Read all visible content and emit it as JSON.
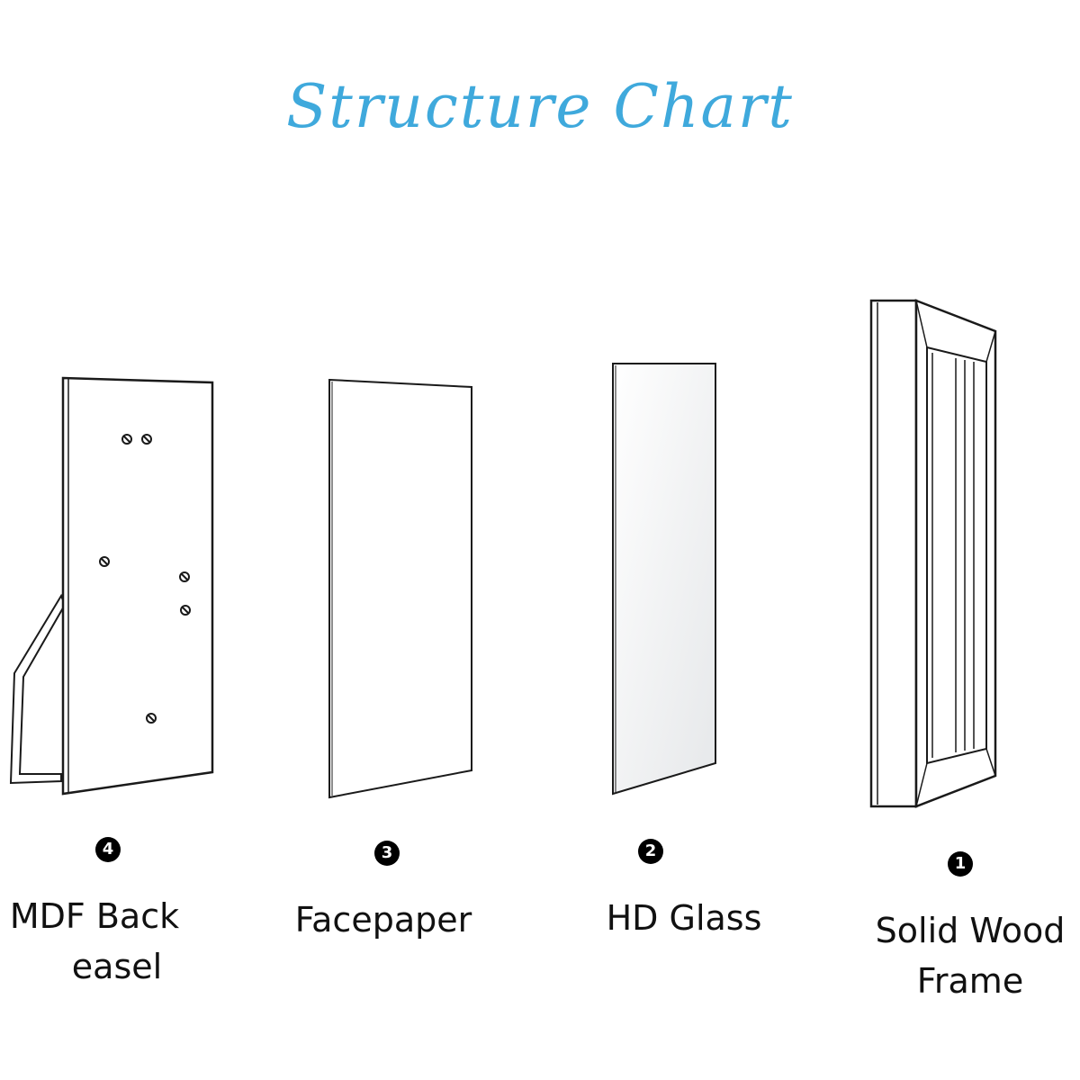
{
  "title": "Structure Chart",
  "title_color": "#3fa9dc",
  "line_color": "#1a1a1a",
  "parts": [
    {
      "number": "4",
      "label_line1": "MDF Back",
      "label_line2": "easel",
      "icon": "mdf-back-easel-icon"
    },
    {
      "number": "3",
      "label_line1": "Facepaper",
      "label_line2": "",
      "icon": "facepaper-sheet-icon"
    },
    {
      "number": "2",
      "label_line1": "HD Glass",
      "label_line2": "",
      "icon": "glass-pane-icon"
    },
    {
      "number": "1",
      "label_line1": "Solid Wood",
      "label_line2": "Frame",
      "icon": "wood-frame-icon"
    }
  ]
}
